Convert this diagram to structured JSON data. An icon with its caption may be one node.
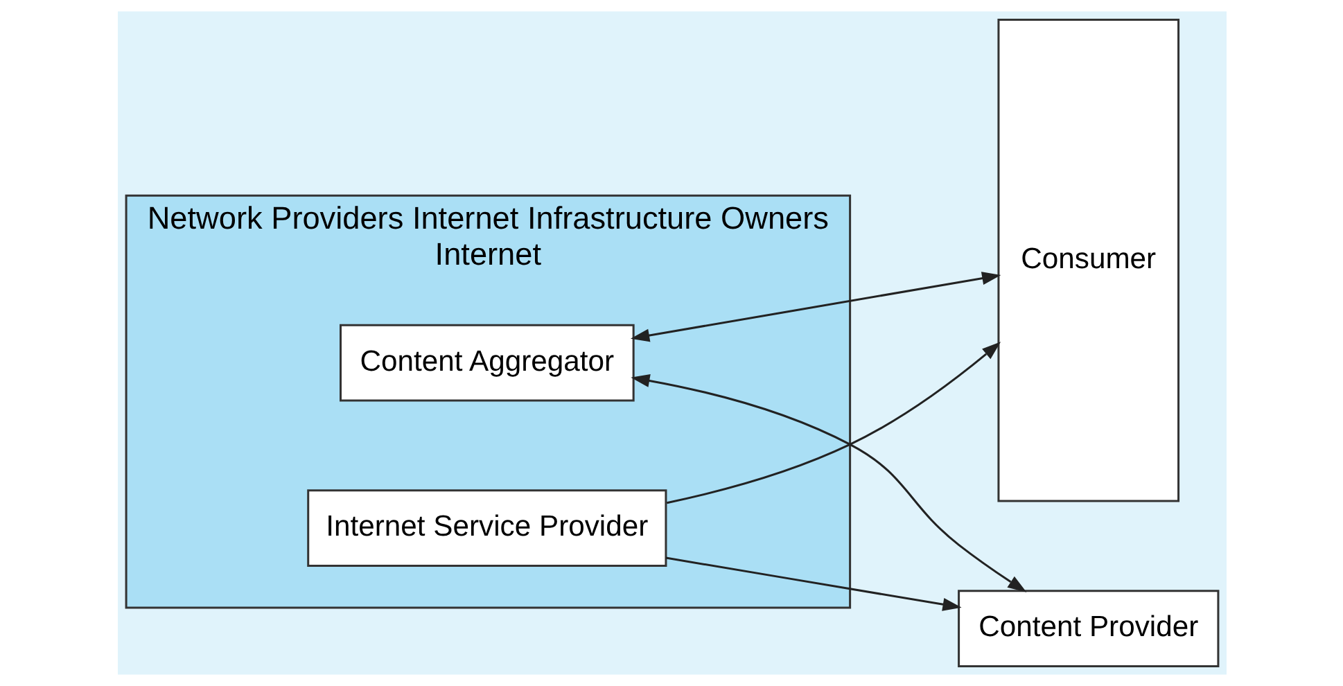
{
  "diagram": {
    "nodes": [
      {
        "text": [
          "Network Providers Internet Infrastructure Owners",
          "Internet"
        ]
      },
      {
        "text": [
          "Content Aggregator"
        ],
        "in": 0
      },
      {
        "text": [
          "Content Provider"
        ]
      },
      {
        "text": [
          "Internet Service Provider"
        ],
        "in": 0
      },
      {
        "text": [
          "Consumer"
        ]
      }
    ],
    "edges": [
      {
        "from": 2,
        "to": 1,
        "arrow": "both"
      },
      {
        "from": 1,
        "to": 4,
        "arrow": "both"
      },
      {
        "from": 3,
        "to": 2,
        "arrow": "to"
      },
      {
        "from": 3,
        "to": 4,
        "arrow": "to"
      }
    ]
  }
}
